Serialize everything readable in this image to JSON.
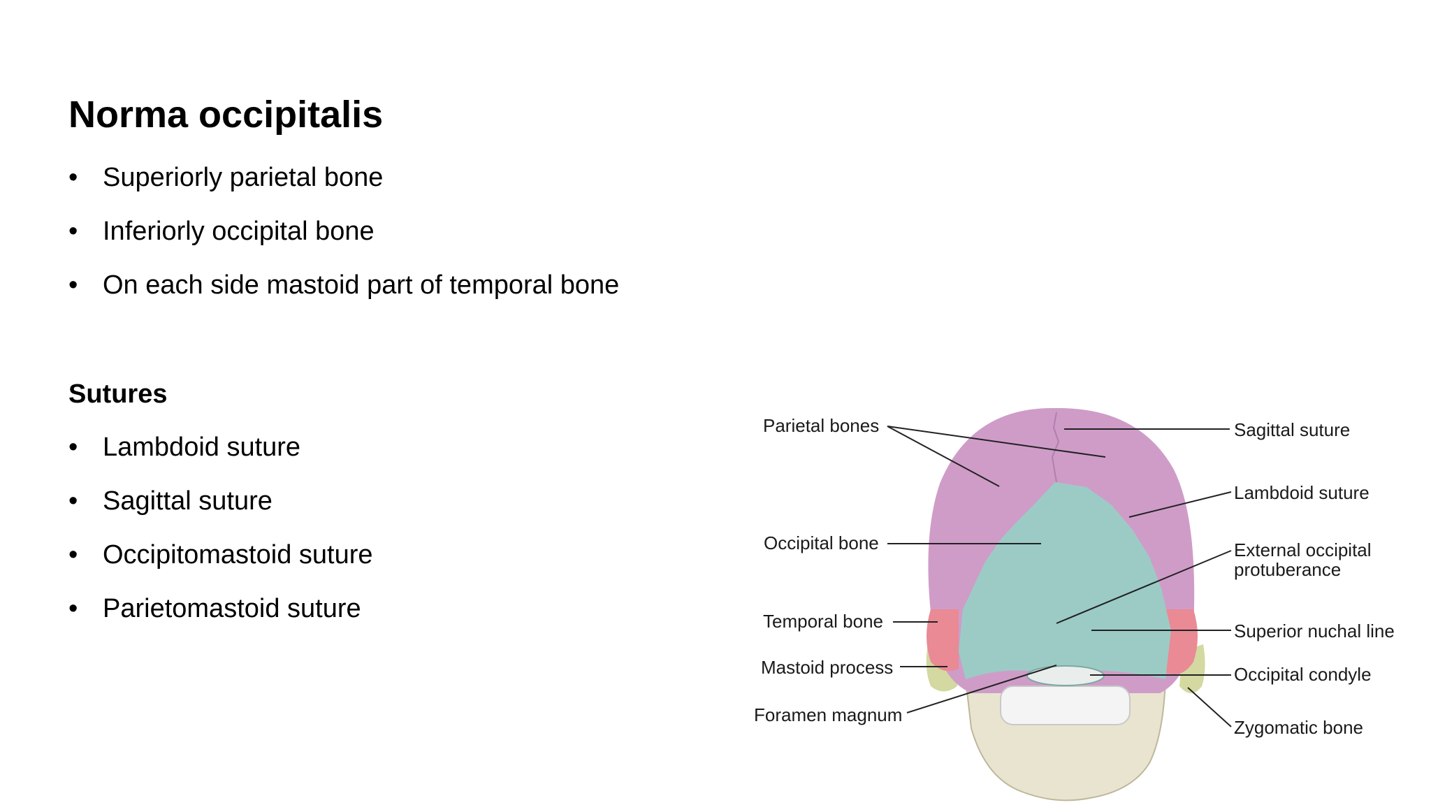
{
  "title": "Norma occipitalis",
  "boundaries": [
    "Superiorly parietal bone",
    "Inferiorly occipital bone",
    "On each side mastoid part of temporal bone"
  ],
  "sutures_heading": "Sutures",
  "sutures": [
    "Lambdoid suture",
    "Sagittal suture",
    "Occipitomastoid suture",
    "Parietomastoid suture"
  ],
  "bullet_symbol": "•",
  "figure": {
    "labels_left": {
      "parietal_bones": "Parietal bones",
      "occipital_bone": "Occipital bone",
      "temporal_bone": "Temporal bone",
      "mastoid_process": "Mastoid process",
      "foramen_magnum": "Foramen magnum"
    },
    "labels_right": {
      "sagittal_suture": "Sagittal suture",
      "lambdoid_suture": "Lambdoid suture",
      "external_occipital_1": "External occipital",
      "external_occipital_2": "protuberance",
      "superior_nuchal_line": "Superior nuchal line",
      "occipital_condyle": "Occipital condyle",
      "zygomatic_bone": "Zygomatic bone"
    },
    "colors": {
      "parietal": "#cf9cc8",
      "occipital": "#9ccbc6",
      "temporal": "#e98a95",
      "zygomatic": "#d3d9a0",
      "mandible": "#e8e4cf",
      "teeth": "#f4f4f4"
    }
  }
}
